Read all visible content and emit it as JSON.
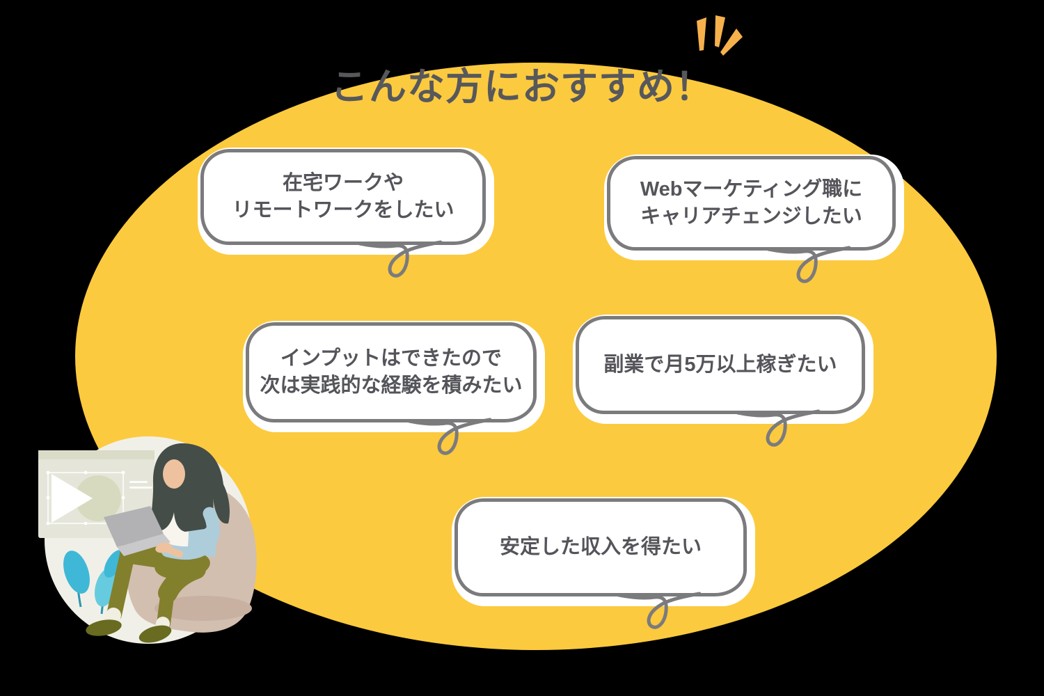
{
  "canvas": {
    "background": "#000000"
  },
  "ellipse": {
    "color": "#FCCA3E"
  },
  "title": {
    "text": "こんな方におすすめ！",
    "color": "#57585C"
  },
  "rays": {
    "icon": "emphasis-rays-icon",
    "color": "#F6B14C"
  },
  "bubble_style": {
    "fill": "#FFFFFF",
    "border_color": "#7B7B7E",
    "text_color": "#54555A"
  },
  "bubbles": [
    {
      "id": "remote-work",
      "lines": [
        "在宅ワークや",
        "リモートワークをしたい"
      ]
    },
    {
      "id": "career-change",
      "lines": [
        "Webマーケティング職に",
        "キャリアチェンジしたい"
      ]
    },
    {
      "id": "practical-experience",
      "lines": [
        "インプットはできたので",
        "次は実践的な経験を積みたい"
      ]
    },
    {
      "id": "side-income",
      "lines": [
        "副業で月5万以上稼ぎたい"
      ]
    },
    {
      "id": "stable-income",
      "lines": [
        "安定した収入を得たい"
      ]
    }
  ],
  "illustration": {
    "alt": "Woman with long dark hair sitting on a beige beanbag typing on a laptop, with a presentation panel showing a play button and teal plant leaves behind her"
  }
}
